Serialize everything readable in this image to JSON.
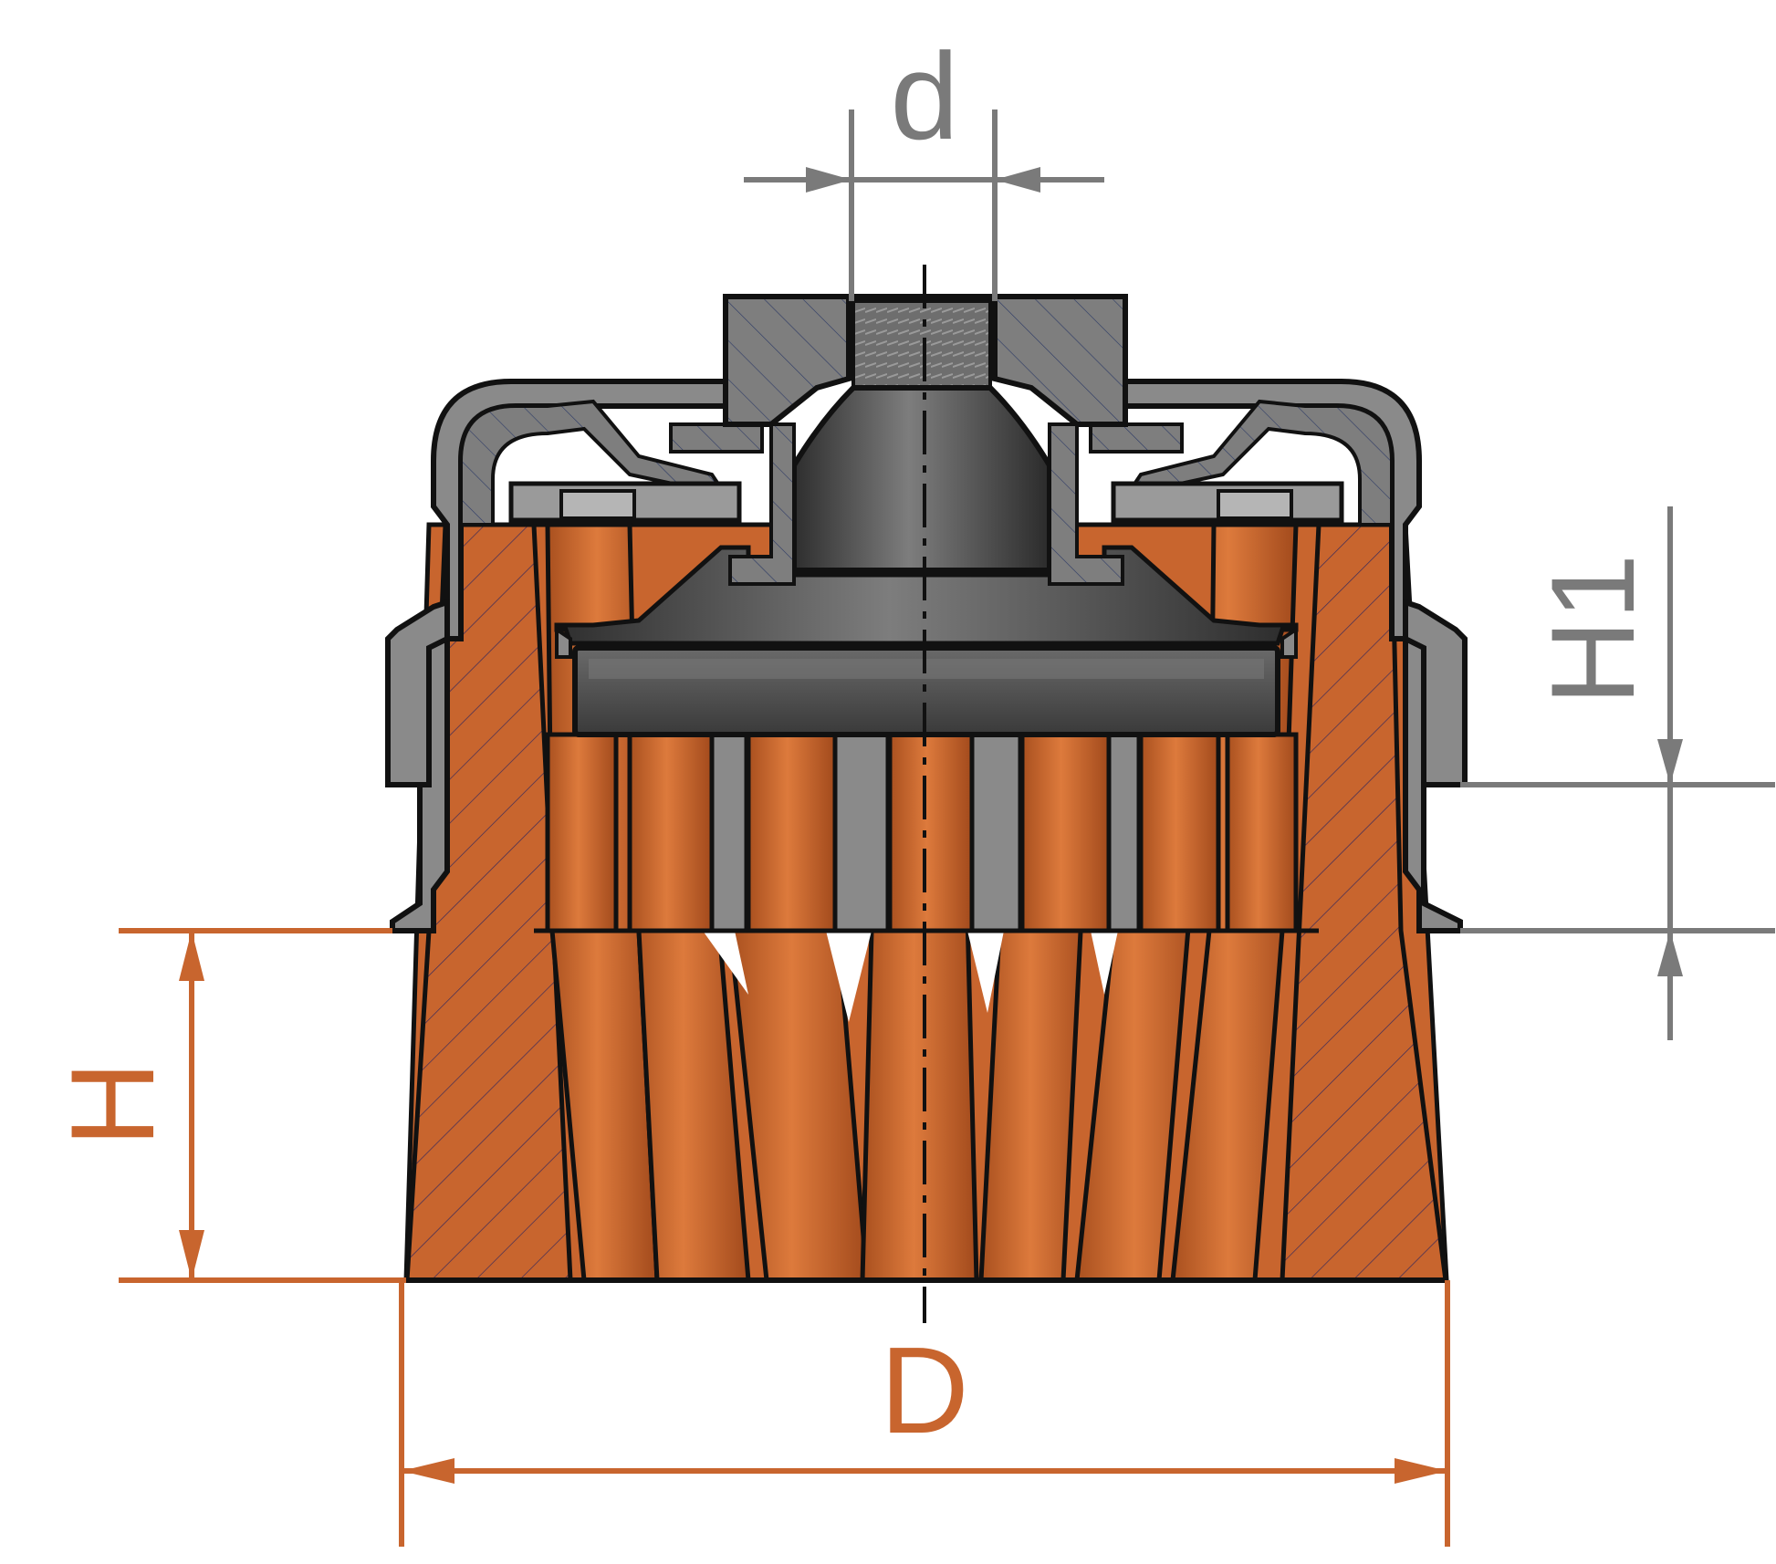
{
  "labels": {
    "d": "d",
    "H1": "H1",
    "H": "H",
    "D": "D"
  },
  "colors": {
    "copper": "#c8652e",
    "copper_dark": "#a84e20",
    "copper_light": "#e07a40",
    "grey_dim": "#7a7a7a",
    "metal_dark": "#3f3f3f",
    "metal_mid": "#6b6b6b",
    "metal_light": "#9a9a9a",
    "outline": "#111111",
    "background": "#ffffff"
  }
}
